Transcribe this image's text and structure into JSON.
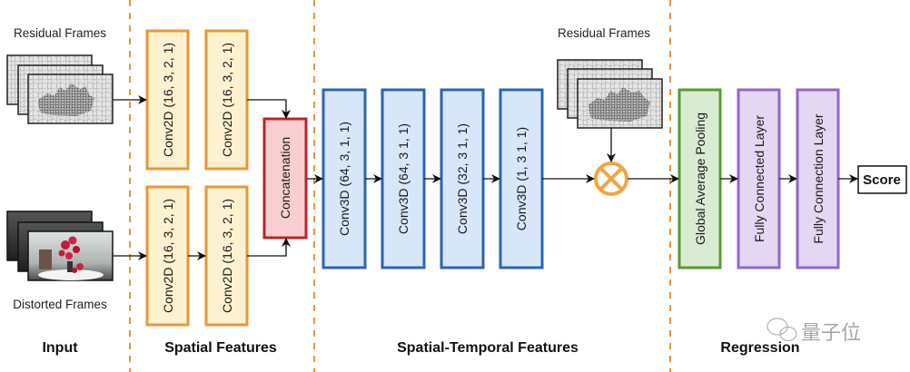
{
  "sections": {
    "input": "Input",
    "spatial": "Spatial Features",
    "spatial_temporal": "Spatial-Temporal Features",
    "regression": "Regression"
  },
  "inputs": {
    "residual_frames_label": "Residual Frames",
    "distorted_frames_label": "Distorted Frames",
    "residual_frames_label_2": "Residual Frames"
  },
  "spatial": {
    "top_row": [
      "Conv2D (16, 3, 2, 1)",
      "Conv2D (16, 3, 2, 1)"
    ],
    "bottom_row": [
      "Conv2D (16, 3, 2, 1)",
      "Conv2D (16, 3, 2, 1)"
    ],
    "concat": "Concatenation"
  },
  "spatial_temporal": {
    "layers": [
      "Conv3D (64, 3, 1, 1)",
      "Conv3D (64, 3 1, 1)",
      "Conv3D (32, 3 1, 1)",
      "Conv3D (1, 3 1, 1)"
    ],
    "operator": "multiply"
  },
  "regression": {
    "pooling": "Global Average Pooling",
    "fc1": "Fully Connected Layer",
    "fc2": "Fully Connection Layer",
    "output": "Score"
  },
  "watermark": "量子位",
  "colors": {
    "divider": "#e8963a",
    "conv2d_fill": "#fdf1cf",
    "conv2d_stroke": "#e8963a",
    "concat_fill": "#f7cfd0",
    "concat_stroke": "#b8262c",
    "conv3d_fill": "#d8e6fa",
    "conv3d_stroke": "#2b65b1",
    "pool_fill": "#d9ebd3",
    "pool_stroke": "#5a9a2c",
    "fc_fill": "#e4d7f3",
    "fc_stroke": "#9466c8",
    "operator": "#f2a444"
  }
}
